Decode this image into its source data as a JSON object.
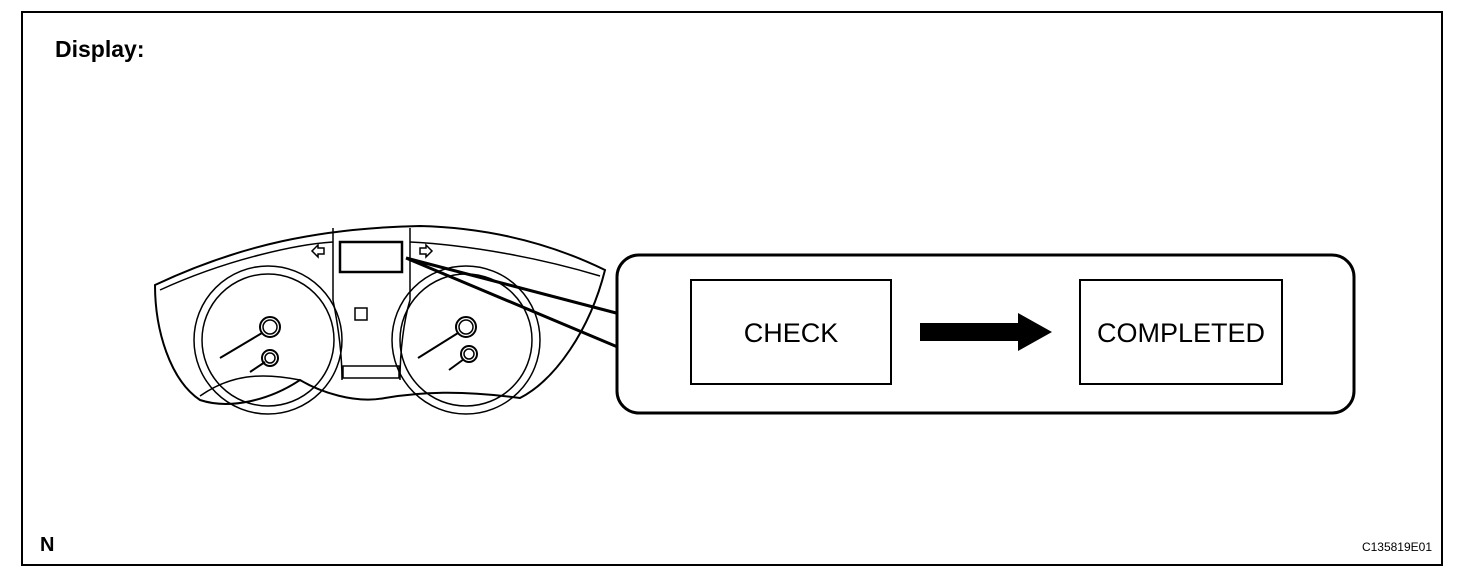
{
  "header": {
    "title": "Display:"
  },
  "display_states": [
    {
      "label": "CHECK"
    },
    {
      "label": "COMPLETED"
    }
  ],
  "footer": {
    "corner_letter": "N",
    "figure_code": "C135819E01"
  },
  "icons": [
    "instrument-cluster-icon",
    "arrow-right-icon",
    "turn-signal-left-icon",
    "turn-signal-right-icon"
  ]
}
